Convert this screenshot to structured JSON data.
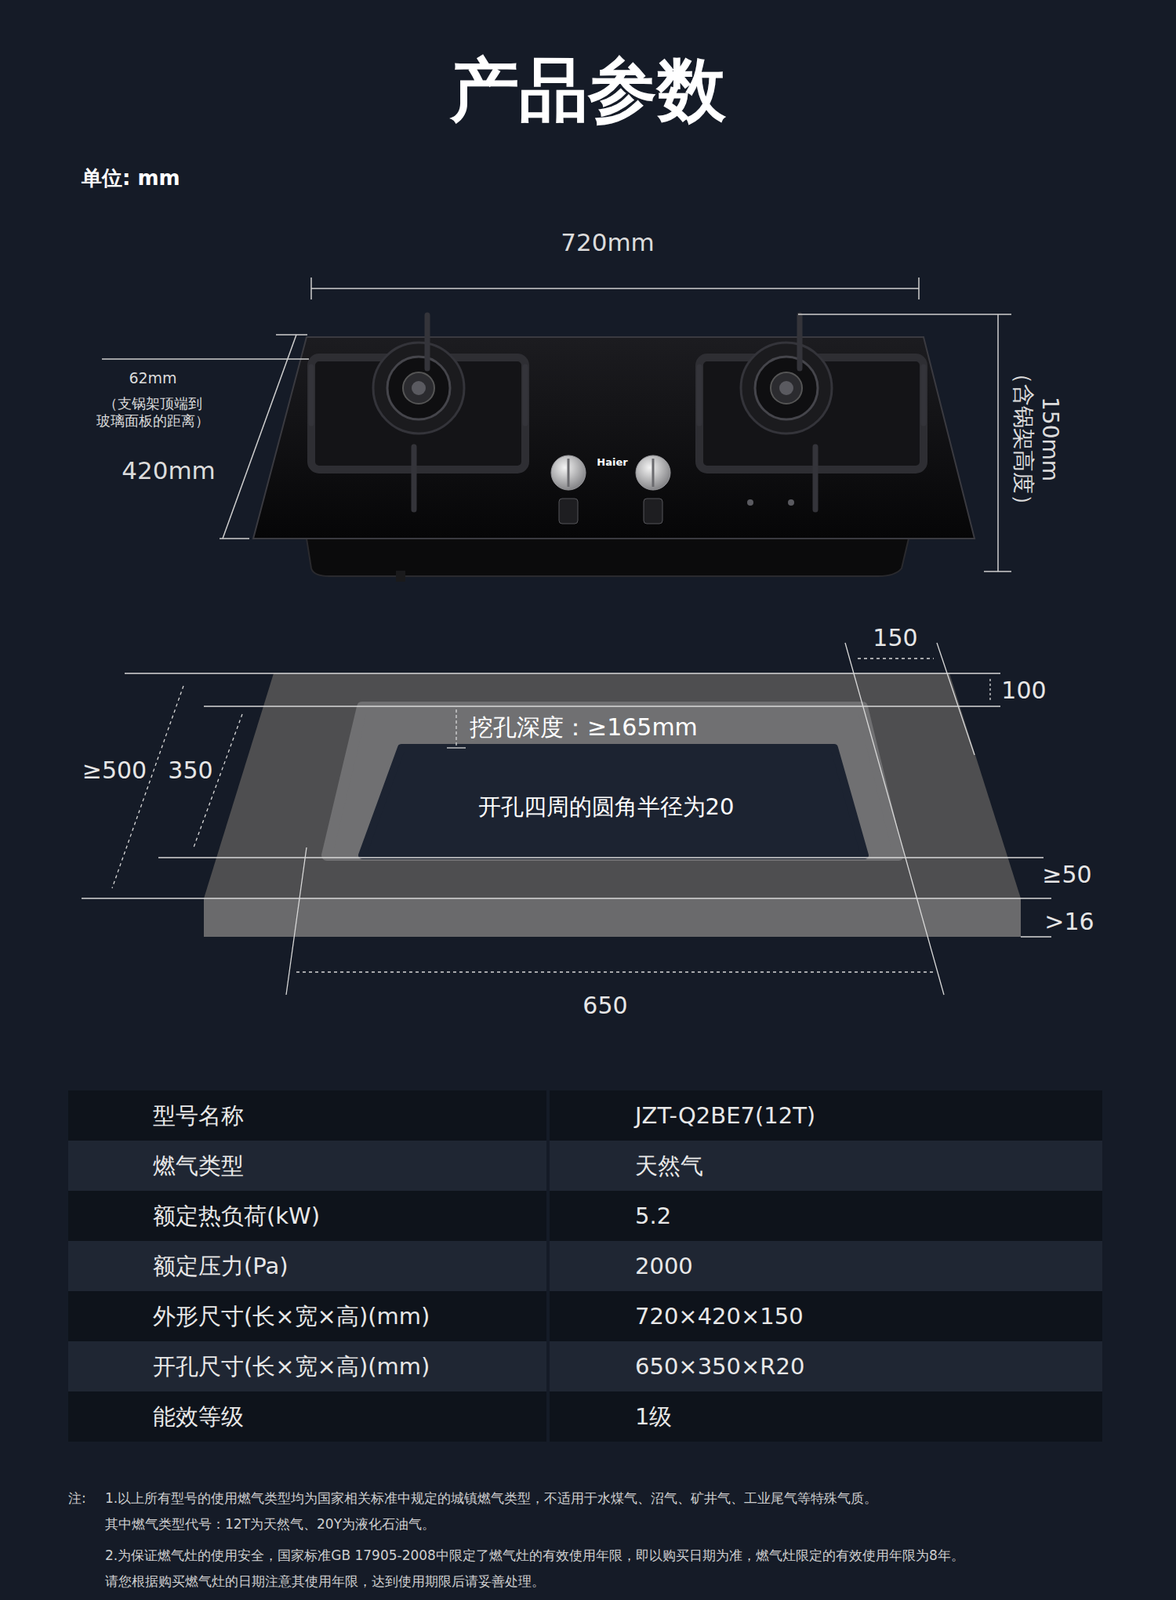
{
  "diagram": {
    "title": "产品参数",
    "nodes": [
      {
        "text": [
          "开孔四周的圆角半径为20"
        ]
      }
    ],
    "labels": [
      "单位: mm",
      "720mm",
      "62mm",
      "（支锅架顶端到 玻璃面板的距离）",
      "420mm",
      "Haier",
      "150mm （含锅架高度）",
      "150",
      "100",
      "挖孔深度：≥165mm",
      "≥500",
      "350",
      "≥50",
      ">16",
      "650",
      "型号名称",
      "JZT-Q2BE7(12T)",
      "燃气类型",
      "天然气",
      "额定热负荷(kW)",
      "5.2",
      "额定压力(Pa)",
      "2000",
      "外形尺寸(长×宽×高)(mm)",
      "720×420×150",
      "开孔尺寸(长×宽×高)(mm)",
      "650×350×R20",
      "能效等级",
      "1级",
      "注:",
      "1.以上所有型号的使用燃气类型均为国家相关标准中规定的城镇燃气类型，不适用于水煤气、沼气、矿井气、工业尾气等特殊气质。",
      "其中燃气类型代号：12T为天然气、20Y为液化石油气。",
      "2.为保证燃气灶的使用安全，国家标准GB 17905-2008中限定了燃气灶的有效使用年限，即以购买日期为准，燃气灶限定的有效使用年限为8年。",
      "请您根据购买燃气灶的日期注意其使用年限，达到使用期限后请妥善处理。"
    ]
  }
}
